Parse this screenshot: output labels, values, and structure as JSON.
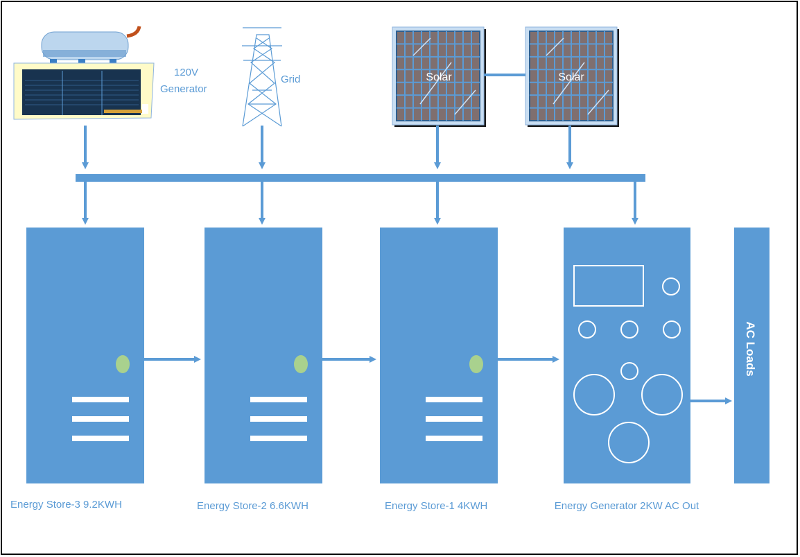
{
  "colors": {
    "primary": "#5b9bd5",
    "indicator": "#a9d18e",
    "solar_cell": "#7f6f6f",
    "outline": "#000000"
  },
  "sources": {
    "generator": {
      "label_line1": "120V",
      "label_line2": "Generator"
    },
    "grid": {
      "label": "Grid"
    },
    "solar_1": {
      "label": "Solar"
    },
    "solar_2": {
      "label": "Solar"
    }
  },
  "units": {
    "store_3": {
      "label": "Energy Store-3 9.2KWH"
    },
    "store_2": {
      "label": "Energy Store-2 6.6KWH"
    },
    "store_1": {
      "label": "Energy Store-1 4KWH"
    },
    "inverter": {
      "label": "Energy Generator 2KW AC Out"
    },
    "loads": {
      "label": "AC Loads"
    }
  }
}
